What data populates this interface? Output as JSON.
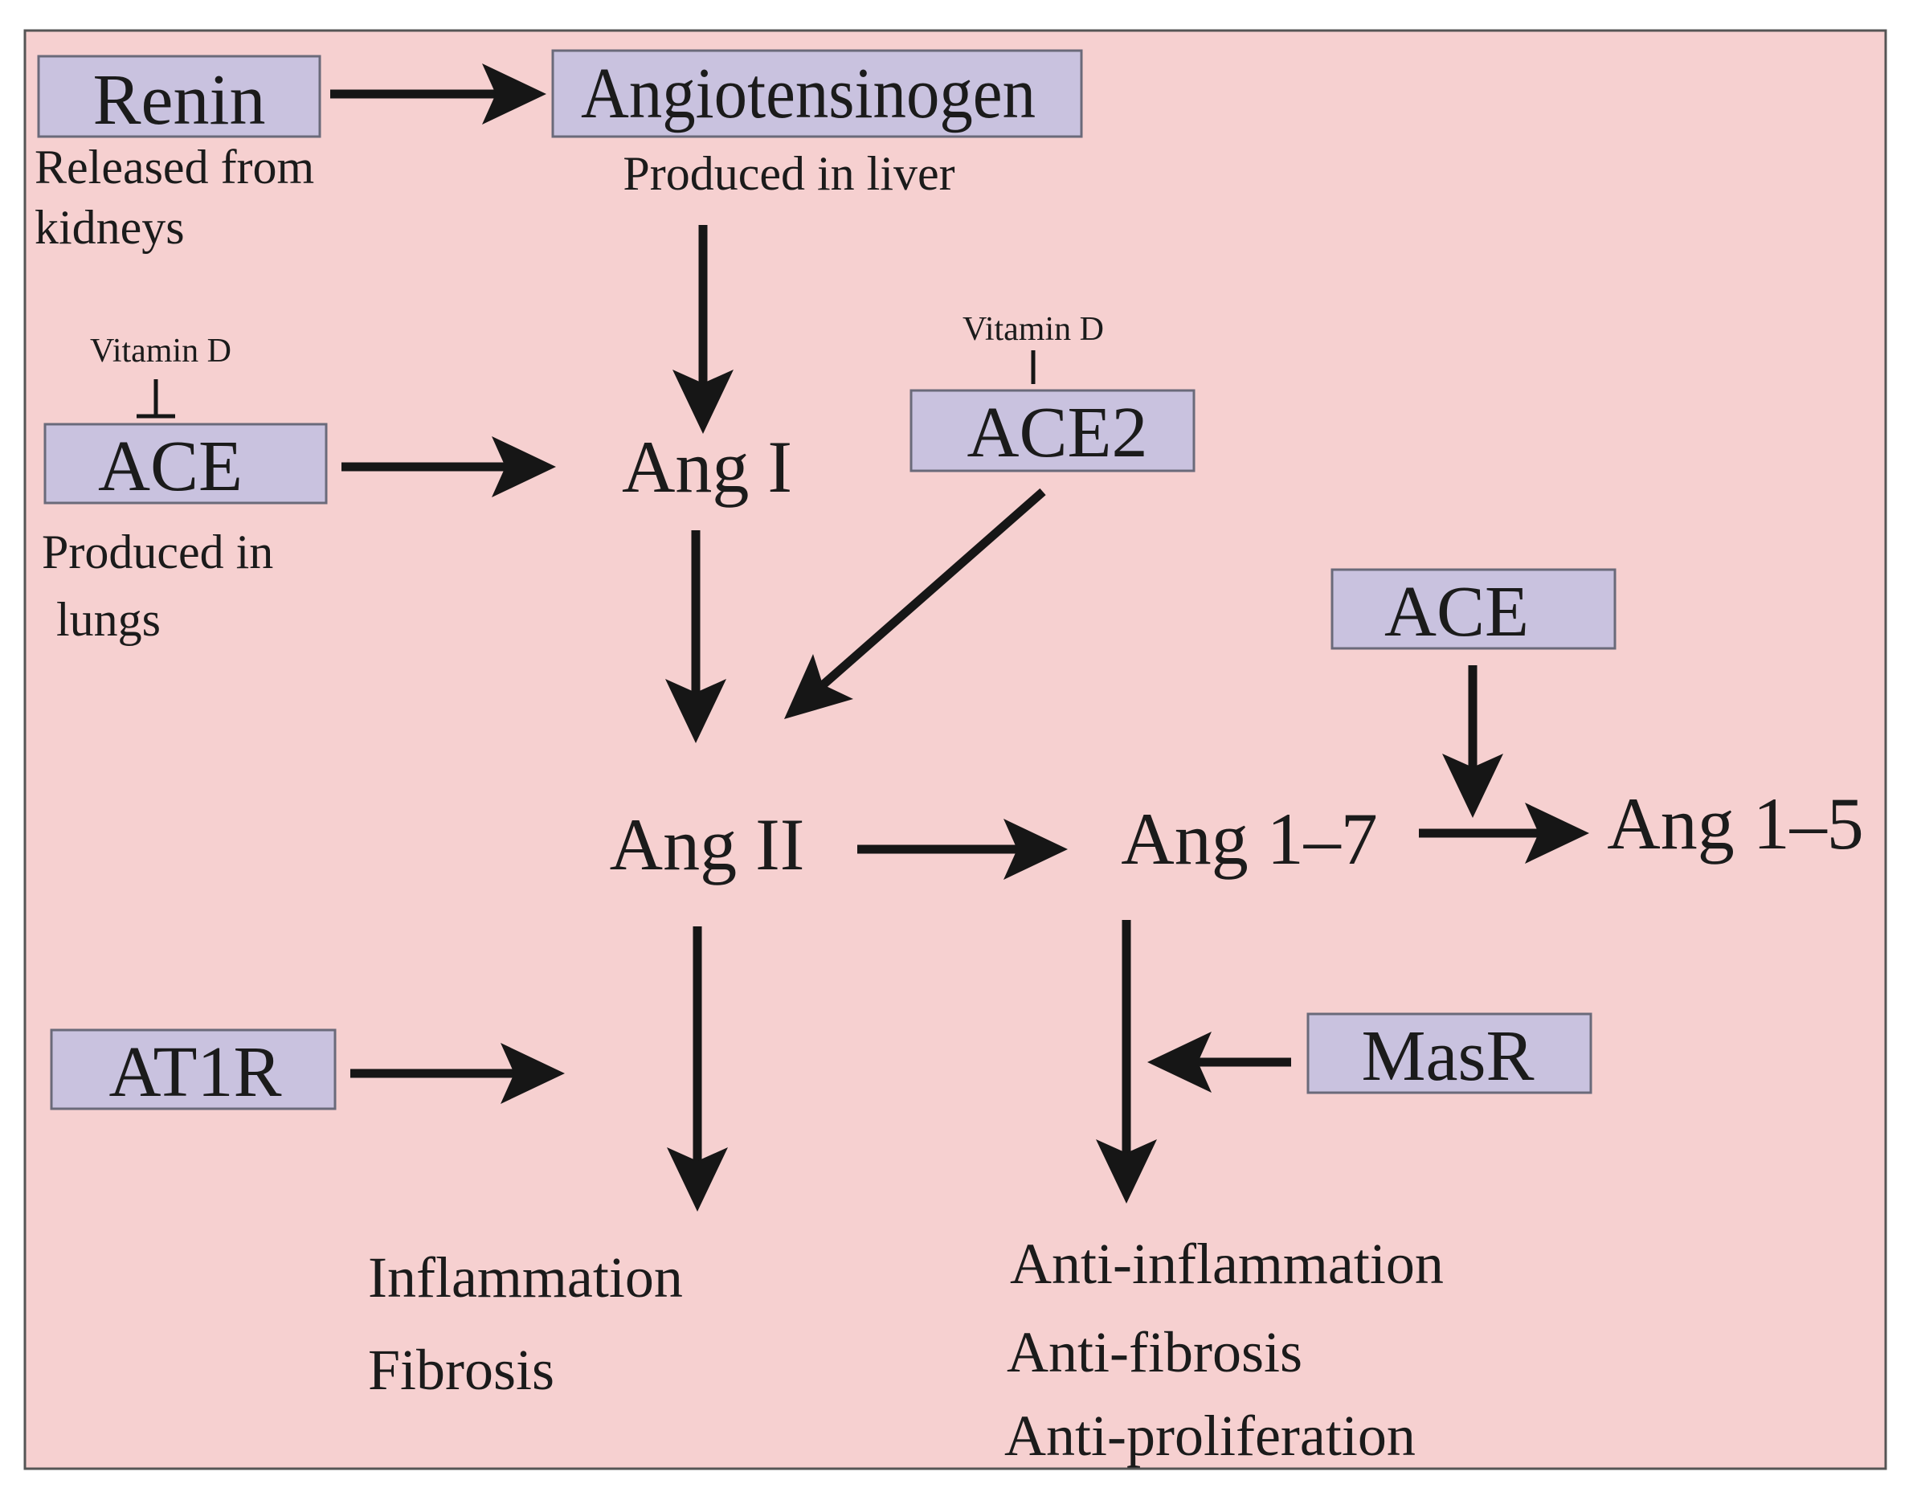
{
  "colors": {
    "background": "#f6d0d0",
    "box_fill": "#c9c2df",
    "arrow": "#161616"
  },
  "nodes": {
    "renin": "Renin",
    "angiotensinogen": "Angiotensinogen",
    "ace_top": "ACE",
    "ang1": "Ang I",
    "ace2": "ACE2",
    "ang2": "Ang II",
    "ace_right": "ACE",
    "ang17": "Ang 1–7",
    "ang15": "Ang 1–5",
    "at1r": "AT1R",
    "masr": "MasR"
  },
  "notes": {
    "renin_line1": "Released from",
    "renin_line2": "kidneys",
    "angiotensinogen": "Produced in liver",
    "ace_line1": "Produced in",
    "ace_line2": "lungs",
    "vitamin_d_ace": "Vitamin D",
    "vitamin_d_ace2": "Vitamin D"
  },
  "effects": {
    "ang2": [
      "Inflammation",
      "Fibrosis"
    ],
    "ang17": [
      "Anti-inflammation",
      "Anti-fibrosis",
      "Anti-proliferation"
    ]
  }
}
